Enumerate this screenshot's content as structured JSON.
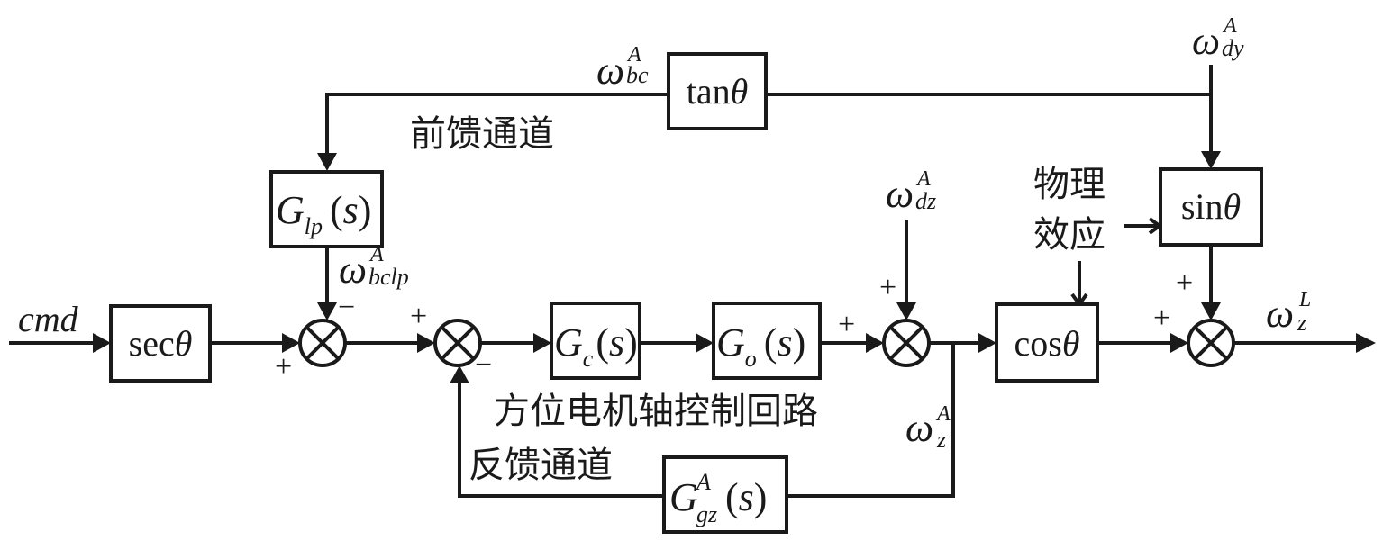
{
  "diagram": {
    "type": "control-block-diagram",
    "input": {
      "label": "cmd"
    },
    "output": {
      "base": "ω",
      "sup": "L",
      "sub": "z"
    },
    "blocks": {
      "sec": {
        "label": "sec",
        "var": "θ"
      },
      "tan": {
        "label": "tan",
        "var": "θ"
      },
      "sin": {
        "label": "sin",
        "var": "θ"
      },
      "cos": {
        "label": "cos",
        "var": "θ"
      },
      "glp": {
        "base": "G",
        "sub": "lp",
        "arg": "(s)"
      },
      "gc": {
        "base": "G",
        "sub": "c",
        "arg": "(s)"
      },
      "go": {
        "base": "G",
        "sub": "o",
        "arg": "(s)"
      },
      "ggz": {
        "base": "G",
        "sup": "A",
        "sub": "gz",
        "arg": "(s)"
      }
    },
    "signals": {
      "w_bc": {
        "base": "ω",
        "sup": "A",
        "sub": "bc"
      },
      "w_dy": {
        "base": "ω",
        "sup": "A",
        "sub": "dy"
      },
      "w_dz": {
        "base": "ω",
        "sup": "A",
        "sub": "dz"
      },
      "w_bclp": {
        "base": "ω",
        "sup": "A",
        "sub": "bclp"
      },
      "w_z": {
        "base": "ω",
        "sup": "A",
        "sub": "z"
      }
    },
    "signs": {
      "sum1_left": "+",
      "sum1_top": "−",
      "sum2_left": "+",
      "sum2_bottom": "−",
      "sum3_left": "+",
      "sum3_top": "+",
      "sum4_left": "+",
      "sum4_top": "+"
    },
    "annotations": {
      "feedforward": "前馈通道",
      "physical_effect_line1": "物理",
      "physical_effect_line2": "效应",
      "loop_name": "方位电机轴控制回路",
      "feedback": "反馈通道"
    }
  }
}
